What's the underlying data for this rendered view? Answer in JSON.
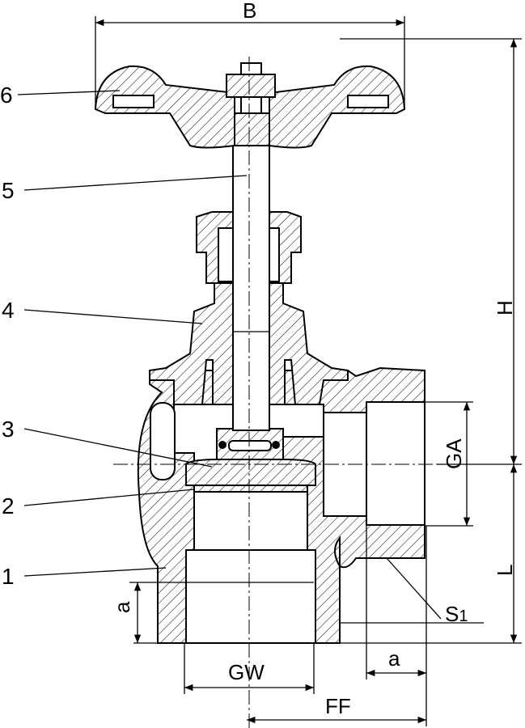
{
  "drawing": {
    "title": "Angle valve sectional drawing",
    "part_numbers": [
      "1",
      "2",
      "3",
      "4",
      "5",
      "6"
    ],
    "dimensions": {
      "B": "B",
      "H": "H",
      "L": "L",
      "GA": "GA",
      "GW": "GW",
      "FF": "FF",
      "a_left": "a",
      "a_bottom": "a",
      "S1_main": "S",
      "S1_sub": "1"
    },
    "colors": {
      "line": "#000000",
      "background": "#ffffff"
    }
  }
}
